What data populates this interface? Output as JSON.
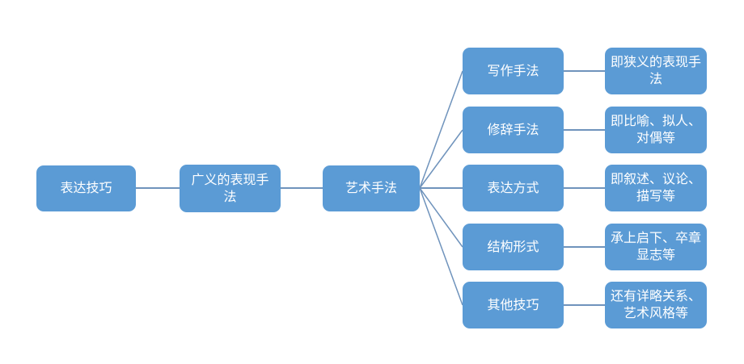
{
  "diagram": {
    "colors": {
      "background": "#ffffff",
      "node_fill": "#5b9bd5",
      "node_text": "#ffffff",
      "connector": "#6f93bc"
    },
    "chain": {
      "root": "表达技巧",
      "broad": "广义的表现手法",
      "artistic": "艺术手法"
    },
    "branches": [
      {
        "label": "写作手法",
        "description": "即狭义的表现手法"
      },
      {
        "label": "修辞手法",
        "description": "即比喻、拟人、对偶等"
      },
      {
        "label": "表达方式",
        "description": "即叙述、议论、描写等"
      },
      {
        "label": "结构形式",
        "description": "承上启下、卒章显志等"
      },
      {
        "label": "其他技巧",
        "description": "还有详略关系、艺术风格等"
      }
    ]
  }
}
